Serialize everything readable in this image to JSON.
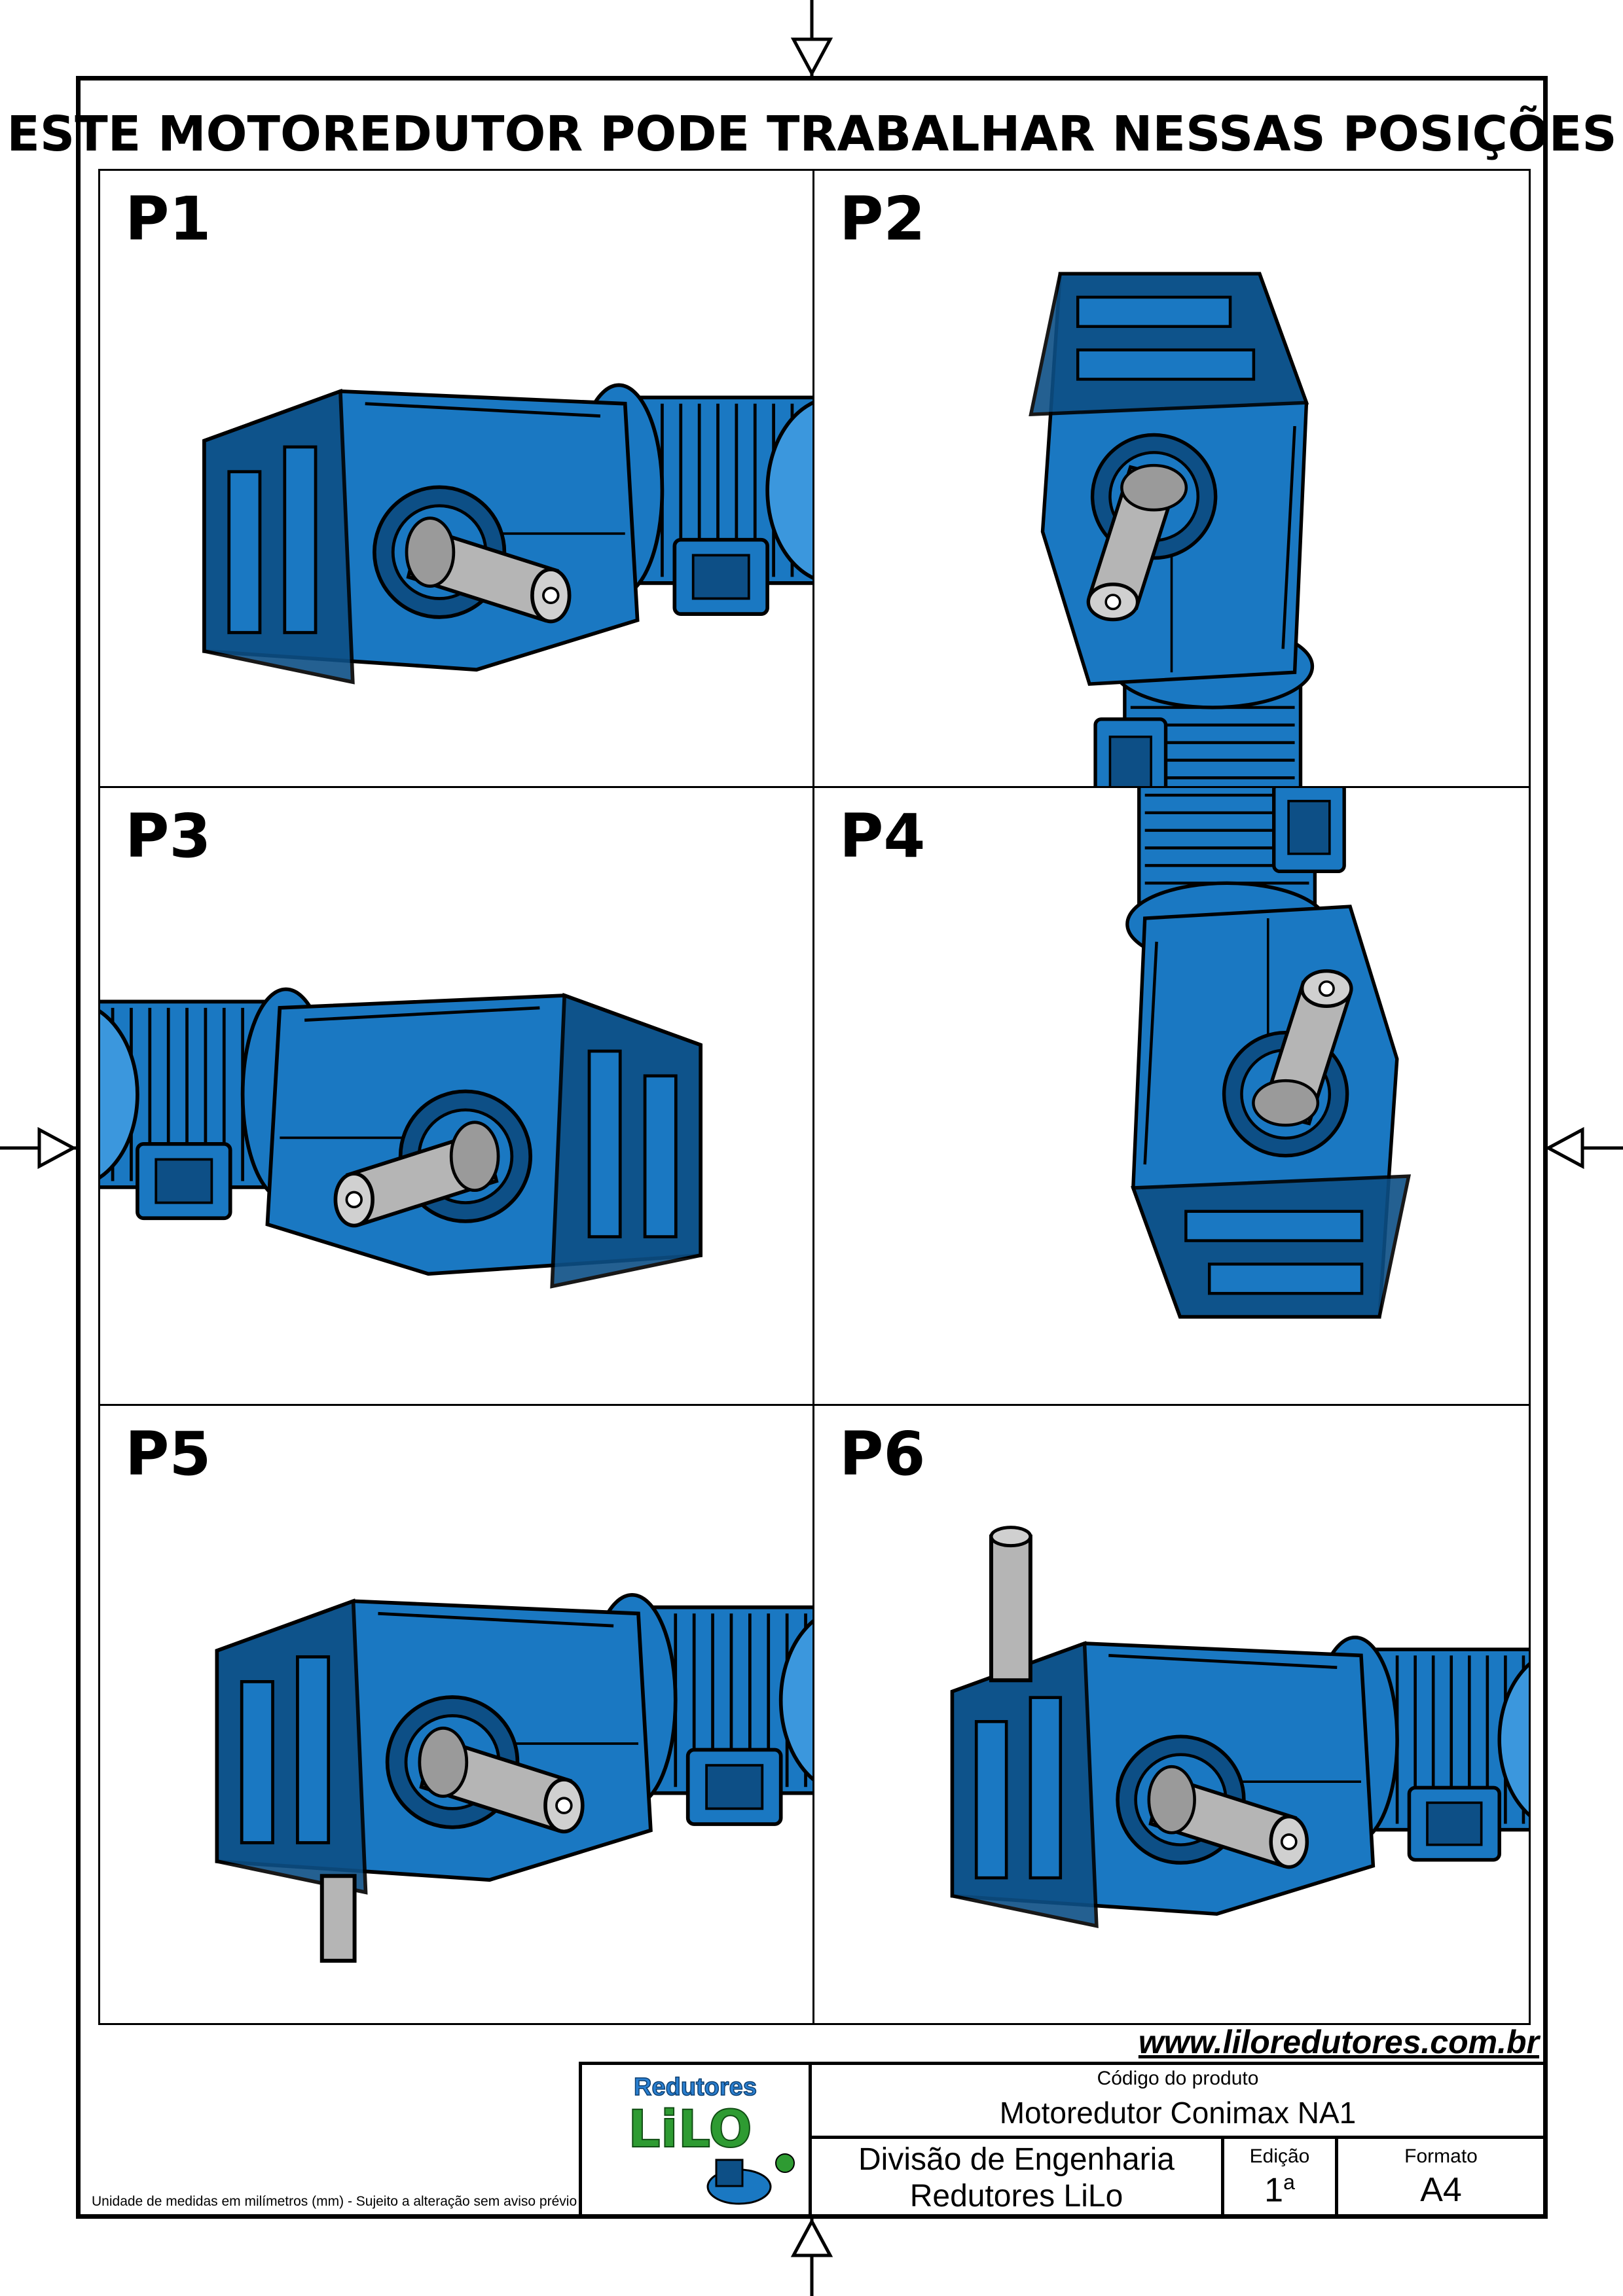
{
  "heading": "ESTE MOTOREDUTOR PODE TRABALHAR NESSAS POSIÇÕES",
  "positions": [
    {
      "label": "P1",
      "view": "horizontal-shaft-front"
    },
    {
      "label": "P2",
      "view": "motor-down"
    },
    {
      "label": "P3",
      "view": "horizontal-shaft-rear"
    },
    {
      "label": "P4",
      "view": "motor-up"
    },
    {
      "label": "P5",
      "view": "shaft-down"
    },
    {
      "label": "P6",
      "view": "shaft-up"
    }
  ],
  "website": "www.liloredutores.com.br",
  "footnote": "Unidade de medidas em milímetros (mm) - Sujeito a alteração sem aviso prévio",
  "title_block": {
    "logo_top": "Redutores",
    "logo_main": "LiLO",
    "code_caption": "Código do produto",
    "code_value": "Motoredutor Conimax NA1",
    "division_line1": "Divisão de Engenharia",
    "division_line2": "Redutores LiLo",
    "edition_caption": "Edição",
    "edition_value": "1",
    "edition_sup": "a",
    "format_caption": "Formato",
    "format_value": "A4"
  },
  "colors": {
    "machine_blue": "#1a78c2",
    "machine_light": "#3b97dd",
    "machine_dark": "#0d4f86",
    "shaft_grey": "#b5b5b5",
    "logo_blue": "#2a7fd0",
    "logo_green": "#2e9b32"
  }
}
